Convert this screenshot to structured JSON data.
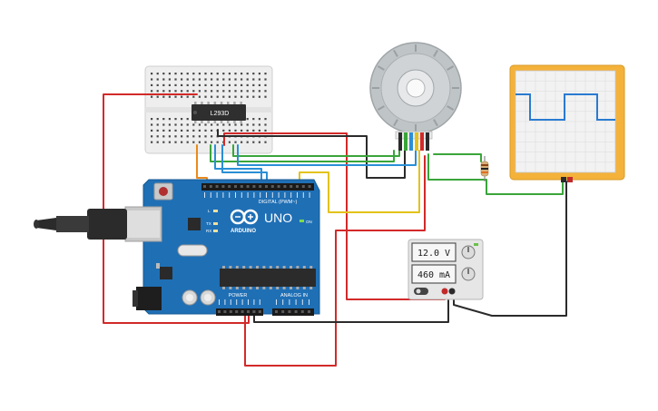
{
  "breadboard": {
    "chip_label": "L293D"
  },
  "arduino": {
    "brand": "ARDUINO",
    "model": "UNO",
    "header_digital": "DIGITAL (PWM~)",
    "header_power": "POWER",
    "header_analog": "ANALOG IN",
    "led_on": "ON",
    "led_tx": "TX",
    "led_rx": "RX",
    "led_l": "L"
  },
  "power_supply": {
    "voltage": "12.0 V",
    "current": "460 mA"
  },
  "colors": {
    "wire_red": "#d22a2a",
    "wire_black": "#2b2b2b",
    "wire_green": "#3aa53a",
    "wire_blue": "#2a8fd6",
    "wire_orange": "#e98a1c",
    "wire_yellow": "#e3c21a",
    "arduino_blue": "#1f6fb5",
    "oscilloscope_frame": "#f4b23a",
    "trace": "#2a7bd0"
  },
  "icons": {
    "logo": "arduino-infinity-logo",
    "motor": "dc-motor-with-encoder"
  }
}
